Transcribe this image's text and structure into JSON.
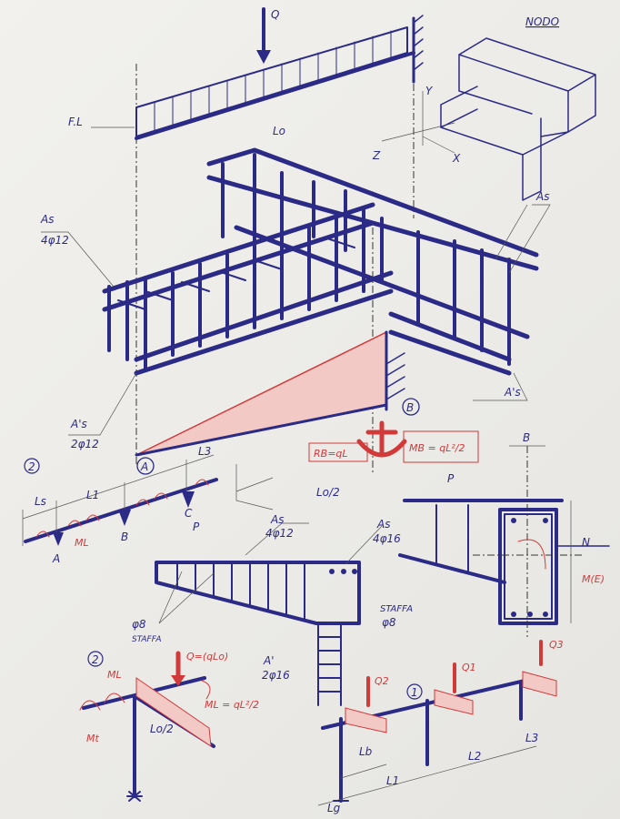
{
  "labels": {
    "q": "Q",
    "nodo": "NODO",
    "fl": "F.L",
    "lo": "Lo",
    "y": "Y",
    "z": "Z",
    "x": "X",
    "as_top_left": "As",
    "as_top_left_bars": "4φ12",
    "as_right": "As",
    "as_bot_left": "A's",
    "as_bot_left_bars": "2φ12",
    "as_bot_right": "A's",
    "b_node": "B",
    "a_node": "A",
    "rb": "RB=qL",
    "mb": "MB = qL²/2",
    "ls1": "Ls",
    "l1": "L1",
    "ls2": "L3",
    "lo2": "Lo/2",
    "ml": "ML",
    "case2": "2",
    "sup_a": "A",
    "sup_b": "B",
    "sup_c": "C",
    "p": "P",
    "as_mid": "As",
    "as_mid_bars": "4φ12",
    "as_mid2": "As",
    "as_mid2_bars": "4φ16",
    "staffa1": "φ8",
    "staffa1_lbl": "STAFFA",
    "a_prime": "A'",
    "a_prime_bars": "2φ16",
    "staffa2": "STAFFA",
    "staffa2_d": "φ8",
    "b_section": "B",
    "n": "N",
    "me": "M(E)",
    "case2b": "2",
    "q_load": "Q=(qLo)",
    "ml2": "ML = qL²/2",
    "mt": "Mt",
    "lo2b": "Lo/2",
    "case1": "1",
    "q1": "Q1",
    "q2": "Q2",
    "q3": "Q3",
    "lb": "Lb",
    "l2": "L2",
    "l3": "L3",
    "l1b": "L1",
    "lg": "Lg"
  },
  "colors": {
    "ink": "#2b2a86",
    "red": "#d23a3a",
    "paper": "#eeede9"
  }
}
